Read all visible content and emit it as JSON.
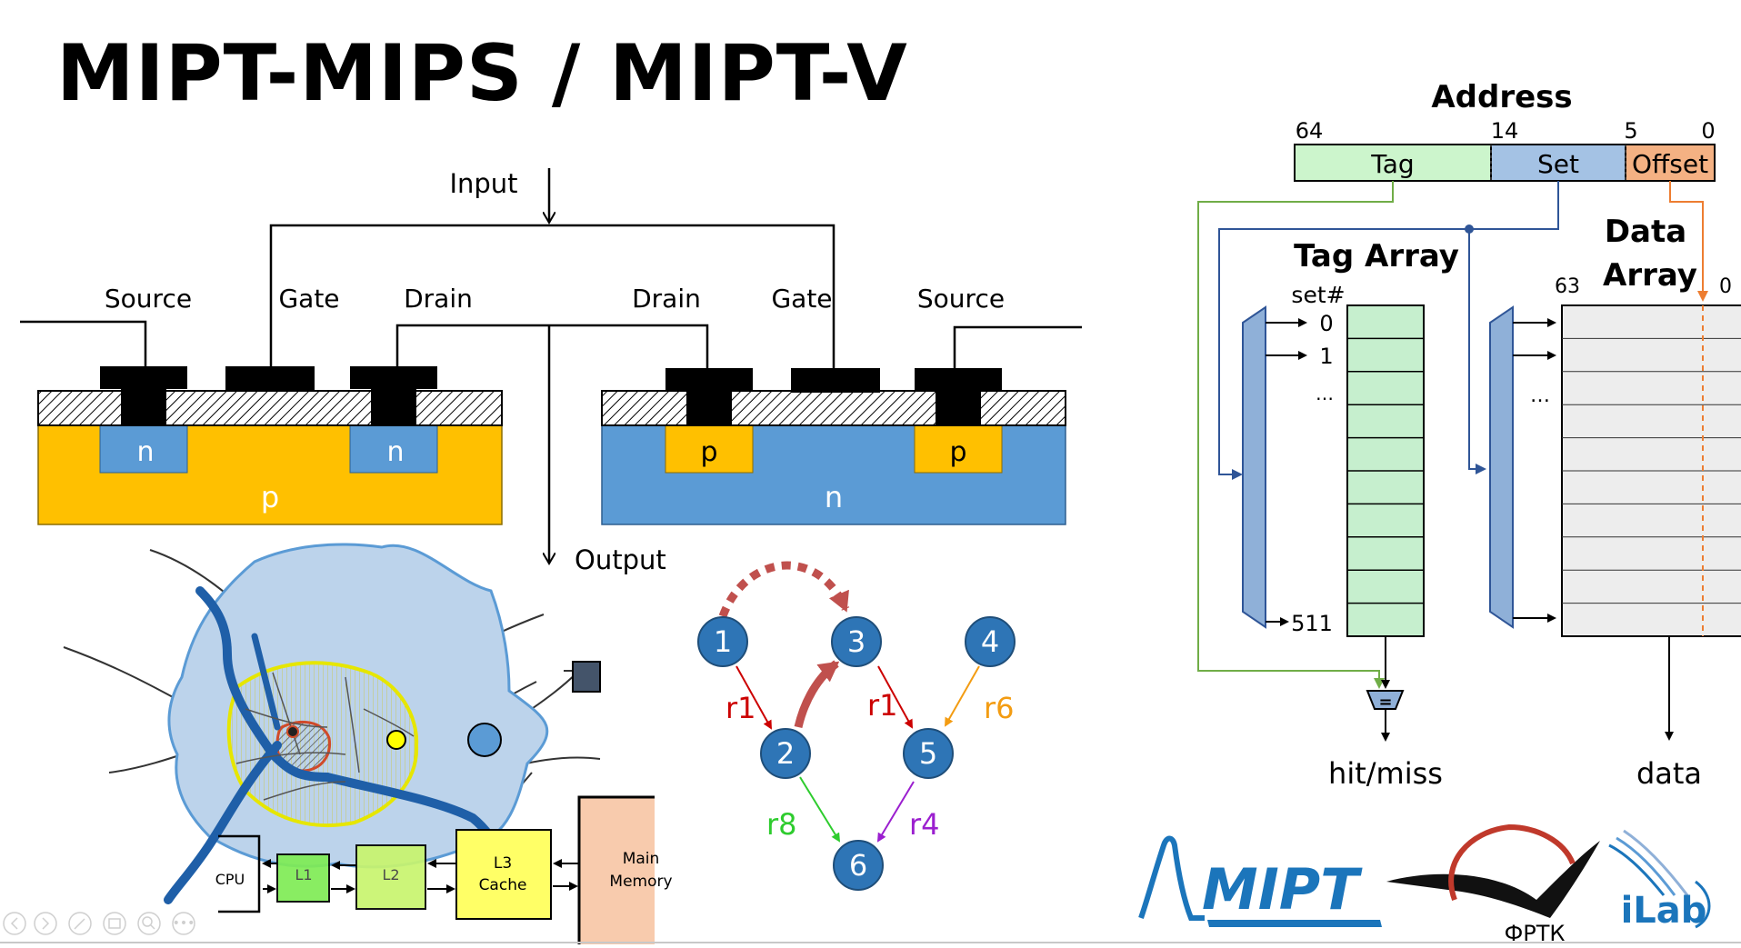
{
  "slide": {
    "title": "MIPT-MIPS / MIPT-V"
  },
  "transistor": {
    "input": "Input",
    "output": "Output",
    "nmos": {
      "source": "Source",
      "gate": "Gate",
      "drain": "Drain",
      "well_left": "n",
      "well_right": "n",
      "substrate": "p"
    },
    "pmos": {
      "drain": "Drain",
      "gate": "Gate",
      "source": "Source",
      "well_left": "p",
      "well_right": "p",
      "substrate": "n"
    }
  },
  "memory_hierarchy": {
    "cpu": "CPU",
    "l1": "L1",
    "l2": "L2",
    "l3_line1": "L3",
    "l3_line2": "Cache",
    "main_line1": "Main",
    "main_line2": "Memory"
  },
  "dependency_graph": {
    "nodes": [
      "1",
      "2",
      "3",
      "4",
      "5",
      "6"
    ],
    "edges": [
      {
        "label": "r1",
        "color": "#cc0000"
      },
      {
        "label": "r1",
        "color": "#cc0000"
      },
      {
        "label": "r6",
        "color": "#f39c12"
      },
      {
        "label": "r8",
        "color": "#2ecc2e"
      },
      {
        "label": "r4",
        "color": "#9b1fcf"
      }
    ]
  },
  "cache": {
    "address": "Address",
    "bits": [
      "64",
      "14",
      "5",
      "0"
    ],
    "fields": [
      "Tag",
      "Set",
      "Offset"
    ],
    "tag_array_title": "Tag Array",
    "set_label": "set#",
    "set_indices": [
      "0",
      "1",
      "…",
      "511"
    ],
    "data_array_title_1": "Data",
    "data_array_title_2": "Array",
    "data_bit_hi": "63",
    "data_bit_lo": "0",
    "data_dots": "…",
    "comparator": "=",
    "hit_miss": "hit/miss",
    "data_out": "data"
  },
  "logos": {
    "mipt": "MIPT",
    "frtk": "ФРТК",
    "ilab": "iLab"
  },
  "colors": {
    "p_substrate": "#ffc000",
    "n_substrate": "#5b9bd5",
    "tag_field": "#ccf5cc",
    "set_field": "#a4c2e4",
    "offset_field": "#f4b183",
    "tag_array": "#c6efce",
    "data_array": "#ededed",
    "node": "#2e75b6",
    "logo_blue": "#1b75bb",
    "logo_red": "#c0392b"
  },
  "nav_icons": [
    "prev-icon",
    "next-icon",
    "pen-icon",
    "slides-icon",
    "zoom-icon",
    "more-icon"
  ]
}
